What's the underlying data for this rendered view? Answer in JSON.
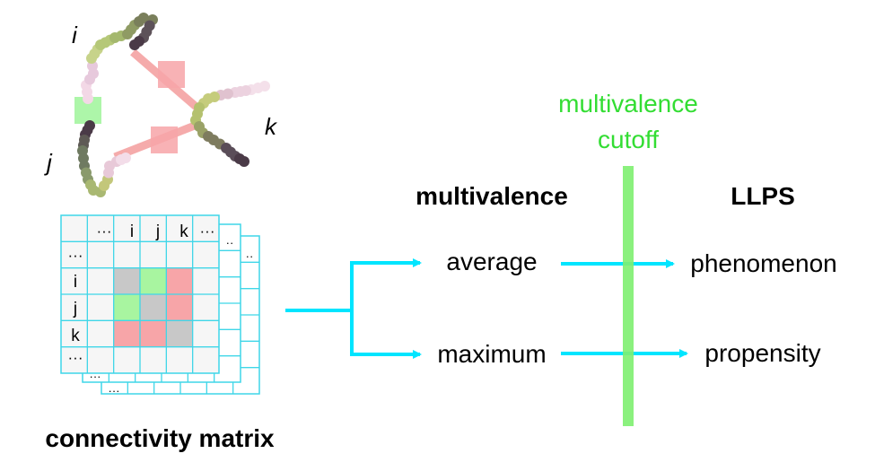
{
  "chain_labels": {
    "i": "i",
    "j": "j",
    "k": "k"
  },
  "matrix": {
    "col_headers": [
      "···",
      "i",
      "j",
      "k",
      "···"
    ],
    "row_headers": [
      "···",
      "i",
      "j",
      "k",
      "···"
    ],
    "back_layer_dots": [
      "··",
      "··"
    ],
    "bottom_layer_dots": [
      "···",
      "···"
    ],
    "caption": "connectivity matrix",
    "cells": [
      [
        "gray",
        "green",
        "red"
      ],
      [
        "green",
        "gray",
        "red"
      ],
      [
        "red",
        "red",
        "gray"
      ]
    ]
  },
  "headers": {
    "multivalence": "multivalence",
    "llps": "LLPS"
  },
  "cutoff_label": {
    "line1": "multivalence",
    "line2": "cutoff"
  },
  "flow": {
    "average": "average",
    "maximum": "maximum",
    "phenomenon": "phenomenon",
    "propensity": "propensity"
  },
  "colors": {
    "cyan": "#00e5ff",
    "cutoff_green": "#33dd33",
    "grid_cyan": "#3fd6e8",
    "cell_gray": "#c8c8c8",
    "cell_green": "#a8f5a0",
    "cell_red": "#f7a5a8",
    "link_red": "#f5a3a3",
    "link_green": "#9ff59a"
  }
}
